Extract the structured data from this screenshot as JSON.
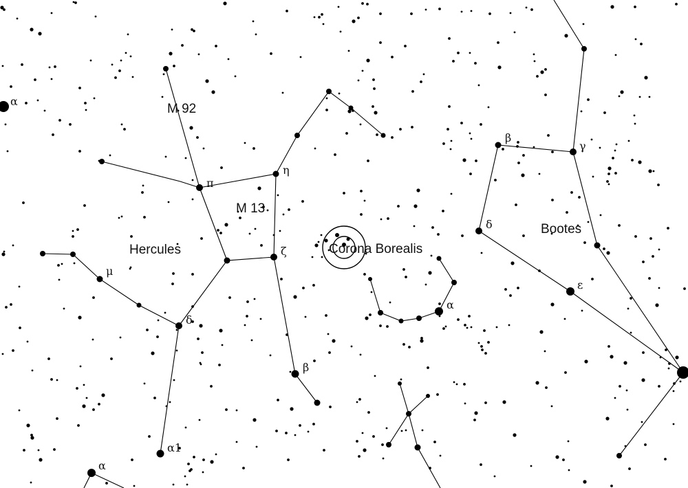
{
  "constellation_labels": {
    "hercules": "Hercules",
    "corona_borealis": "Corona Borealis",
    "bootes": "Bootes",
    "m92": "M 92",
    "m13": "M 13"
  },
  "star_labels": {
    "alpha_left": "α",
    "pi": "π",
    "eta": "η",
    "zeta": "ζ",
    "mu": "μ",
    "delta_her": "δ",
    "beta_her": "β",
    "alpha1": "α1",
    "alpha_bottom": "α",
    "alpha_crb": "α",
    "beta_boo": "β",
    "gamma_boo": "γ",
    "delta_boo": "δ",
    "epsilon_boo": "ε"
  },
  "target_marker": "concentric-circles-target"
}
